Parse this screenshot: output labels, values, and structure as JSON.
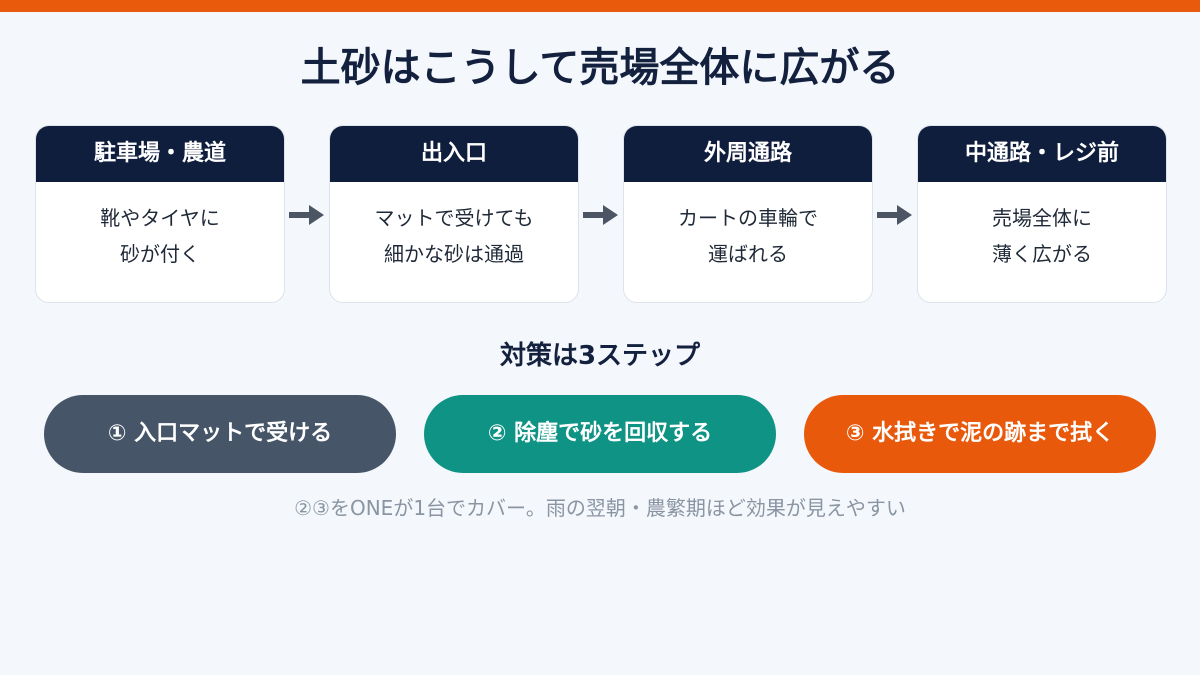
{
  "title": "土砂はこうして売場全体に広がる",
  "flow": [
    {
      "header": "駐車場・農道",
      "lines": [
        "靴やタイヤに",
        "砂が付く"
      ]
    },
    {
      "header": "出入口",
      "lines": [
        "マットで受けても",
        "細かな砂は通過"
      ]
    },
    {
      "header": "外周通路",
      "lines": [
        "カートの車輪で",
        "運ばれる"
      ]
    },
    {
      "header": "中通路・レジ前",
      "lines": [
        "売場全体に",
        "薄く広がる"
      ]
    }
  ],
  "subtitle": "対策は3ステップ",
  "steps": [
    {
      "label": "① 入口マットで受ける",
      "color": "#465567"
    },
    {
      "label": "② 除塵で砂を回収する",
      "color": "#0e9384"
    },
    {
      "label": "③ 水拭きで泥の跡まで拭く",
      "color": "#e8590c"
    }
  ],
  "footnote": "②③をONEが1台でカバー。雨の翌朝・農繁期ほど効果が見えやすい",
  "colors": {
    "accent": "#ea5a0c",
    "navy": "#101e3d",
    "arrow": "#4b5563"
  },
  "icons": {
    "connector": "arrow-right-icon"
  }
}
